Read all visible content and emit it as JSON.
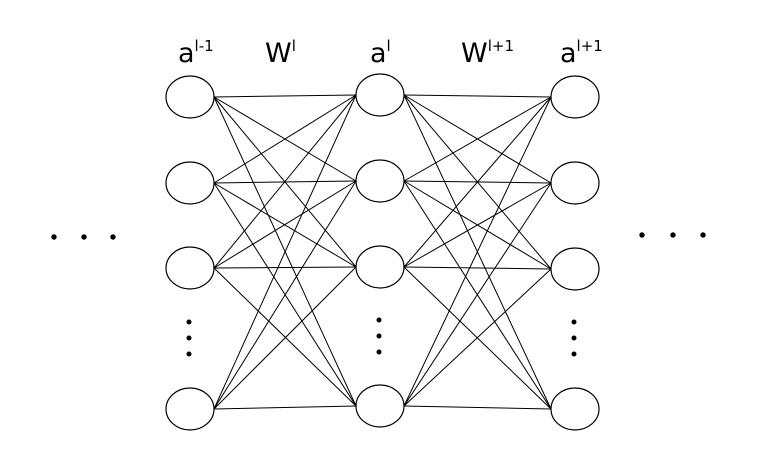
{
  "labels": {
    "a_prev": {
      "base": "a",
      "sup": "l-1"
    },
    "w_l": {
      "base": "W",
      "sup": "l"
    },
    "a_l": {
      "base": "a",
      "sup": "l"
    },
    "w_next": {
      "base": "W",
      "sup": "l+1"
    },
    "a_next": {
      "base": "a",
      "sup": "l+1"
    }
  },
  "layers": [
    {
      "name": "layer-l-minus-1",
      "visible_neurons": 4
    },
    {
      "name": "layer-l",
      "visible_neurons": 4
    },
    {
      "name": "layer-l-plus-1",
      "visible_neurons": 4
    }
  ],
  "connectivity": "fully-connected",
  "ellipsis": {
    "vertical": "⋮",
    "horizontal": "…"
  }
}
